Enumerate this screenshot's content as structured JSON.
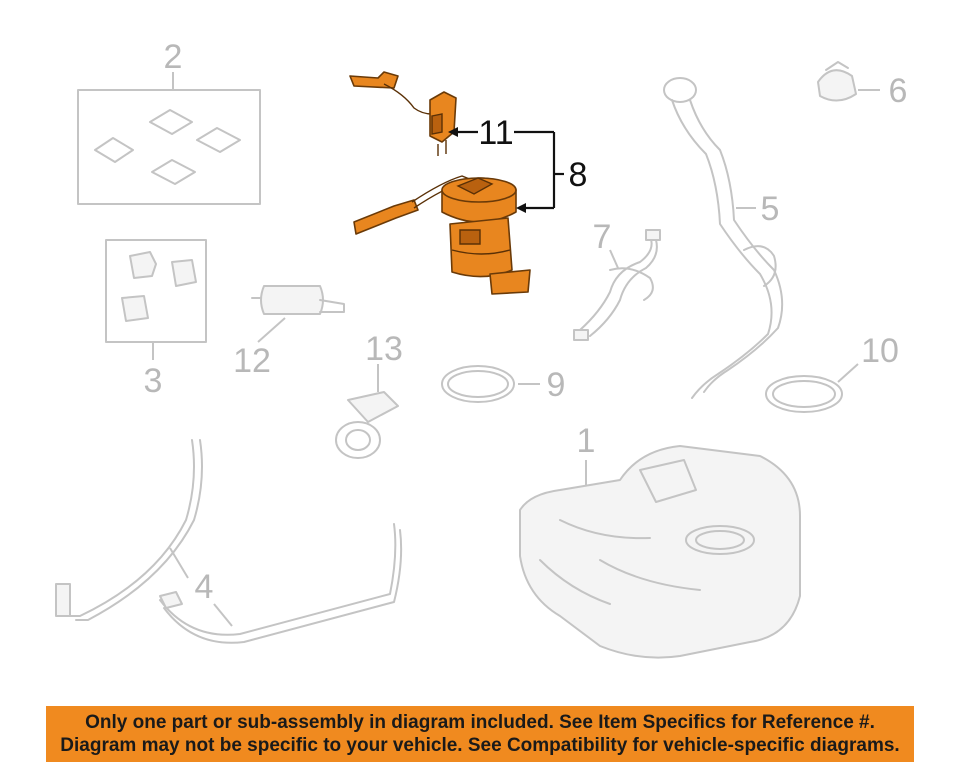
{
  "callouts": {
    "c1": "1",
    "c2": "2",
    "c3": "3",
    "c4": "4",
    "c5": "5",
    "c6": "6",
    "c7": "7",
    "c8": "8",
    "c9": "9",
    "c10": "10",
    "c11": "11",
    "c12": "12",
    "c13": "13"
  },
  "highlighted_callouts": [
    "8",
    "11"
  ],
  "colors": {
    "part_highlight": "#e8861f",
    "ghost_lines": "#c4c4c4",
    "banner_bg": "#f08a1f"
  },
  "banner": {
    "line1": "Only one part or sub-assembly in diagram included. See Item Specifics for Reference #.",
    "line2": "Diagram may not be specific to your vehicle. See Compatibility for vehicle-specific diagrams."
  }
}
